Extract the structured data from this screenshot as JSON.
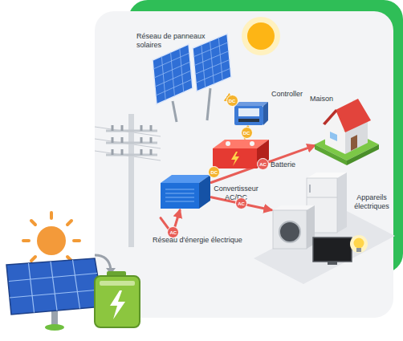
{
  "diagram": {
    "nodes": [
      {
        "text": [
          "Réseau de panneaux solaires"
        ]
      },
      {
        "text": [
          "Controller"
        ]
      },
      {
        "text": [
          "Maison"
        ]
      },
      {
        "text": [
          "Batterie"
        ]
      },
      {
        "text": [
          "Convertisseur AC/DC"
        ]
      },
      {
        "text": [
          "Appareils électriques"
        ]
      },
      {
        "text": [
          "Réseau d'énergie électrique"
        ]
      }
    ],
    "edges": [
      {
        "from": 0,
        "to": 1,
        "label": "DC",
        "arrow": "to"
      },
      {
        "from": 1,
        "to": 3,
        "label": "DC",
        "arrow": "to"
      },
      {
        "from": 3,
        "to": 4,
        "label": "DC",
        "arrow": "to"
      },
      {
        "from": 4,
        "to": 2,
        "label": "AC",
        "arrow": "to"
      },
      {
        "from": 4,
        "to": 5,
        "label": "AC",
        "arrow": "to"
      },
      {
        "from": 6,
        "to": 4,
        "label": "AC",
        "arrow": "to"
      }
    ]
  }
}
